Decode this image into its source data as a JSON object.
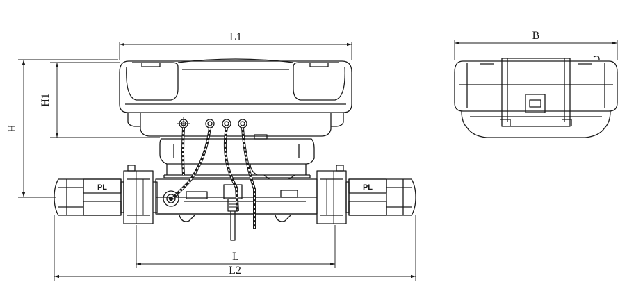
{
  "dimensions": {
    "l1": "L1",
    "b": "B",
    "h": "H",
    "h1": "H1",
    "l": "L",
    "l2": "L2"
  },
  "pipe_labels": {
    "left": "PL",
    "right": "PL"
  },
  "colors": {
    "stroke": "#1a1a1a",
    "fill_light": "#f2f2f2",
    "background": "#ffffff"
  }
}
